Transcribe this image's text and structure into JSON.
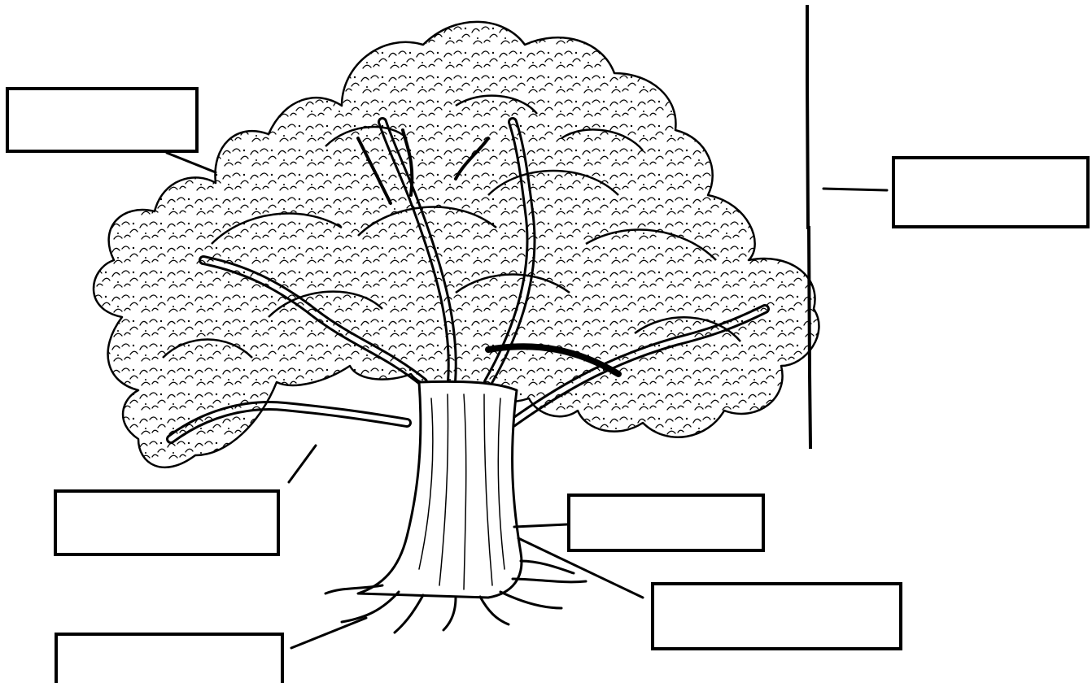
{
  "diagram": {
    "subject": "tree",
    "style": "black ink line drawing on white",
    "colors": {
      "ink": "#000000",
      "paper": "#ffffff"
    },
    "labels": [
      {
        "id": "crown",
        "text": ""
      },
      {
        "id": "height",
        "text": ""
      },
      {
        "id": "branch",
        "text": ""
      },
      {
        "id": "trunk",
        "text": ""
      },
      {
        "id": "bark",
        "text": ""
      },
      {
        "id": "roots",
        "text": ""
      }
    ]
  }
}
